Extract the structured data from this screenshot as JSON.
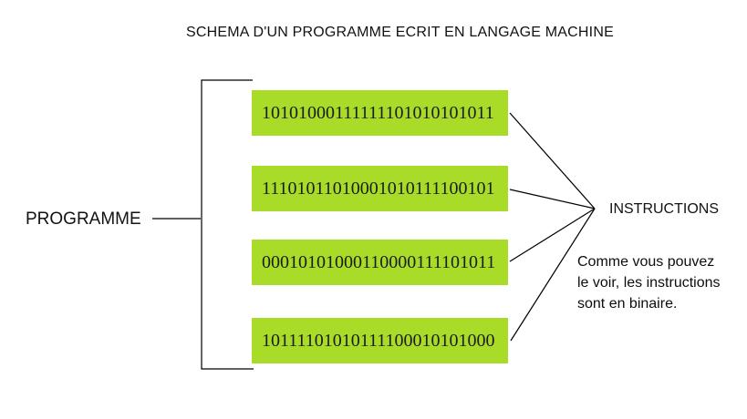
{
  "diagram": {
    "title": "SCHEMA D'UN PROGRAMME ECRIT EN LANGAGE MACHINE",
    "program_label": "PROGRAMME",
    "instructions_label": "INSTRUCTIONS",
    "instructions": [
      "10101000111111101010101011",
      "11101011010001010111100101",
      "00010101000110000111101011",
      "10111101010111100010101000"
    ],
    "note_lines": [
      "Comme vous pouvez",
      "le voir, les instructions",
      "sont en binaire."
    ],
    "colors": {
      "box_fill": "#a9dc28",
      "line": "#000000",
      "background": "#ffffff",
      "text": "#121212"
    }
  }
}
